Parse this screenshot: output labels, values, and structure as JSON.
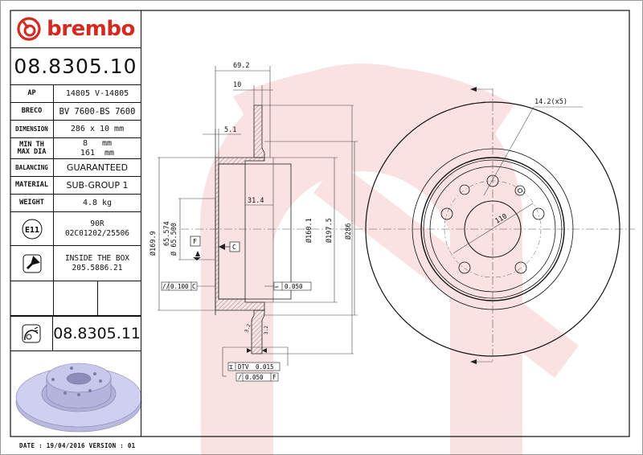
{
  "brand": {
    "name": "brembo",
    "color": "#d42a20"
  },
  "title_block": {
    "part_number": "08.8305.10",
    "specs": [
      {
        "key": "AP",
        "value": "14805 V-14805"
      },
      {
        "key": "BRECO",
        "value": "BV 7600-BS 7600"
      },
      {
        "key": "DIMENSION",
        "value": "286 x 10 mm"
      },
      {
        "key_line1": "MIN TH",
        "key_line2": "MAX DIA",
        "value_line1": "8   mm",
        "value_line2": "161  mm"
      },
      {
        "key": "BALANCING",
        "value": "GUARANTEED"
      },
      {
        "key": "MATERIAL",
        "value": "SUB-GROUP 1"
      },
      {
        "key": "WEIGHT",
        "value": "4.8 kg"
      }
    ],
    "approval": {
      "icon": "e11-approval-icon",
      "mark": "E11",
      "line1": "90R",
      "line2": "02C01202/25506"
    },
    "screw": {
      "icon": "screw-icon",
      "line1": "INSIDE THE BOX",
      "line2": "205.5886.21"
    },
    "alt_part": {
      "icon": "coated-disc-icon",
      "number": "08.8305.11"
    }
  },
  "drawing": {
    "dims": {
      "overall_height": "69.2",
      "thickness": "10",
      "hat_wall": "5.1",
      "hat_depth": "31.4",
      "dia_169": "Ø169.9",
      "center_bore_max": "65.574",
      "center_bore_min": "Ø 65.500",
      "dia_160": "Ø160.1",
      "dia_197": "Ø197.5",
      "dia_286": "Ø286",
      "bolt_holes": "14.2(x5)",
      "pcd": "110",
      "roughness_left": "3.2",
      "roughness_right": "3.2"
    },
    "datums": {
      "f": "F",
      "c": "C"
    },
    "tolerances": {
      "parallelism": {
        "symbol": "//",
        "value": "0.100",
        "datum": "C"
      },
      "flatness": {
        "symbol": "▱",
        "value": "0.050"
      },
      "dtv": {
        "symbol": "⌶",
        "label": "DTV",
        "value": "0.015"
      },
      "runout": {
        "symbol": "/",
        "value": "0.050",
        "datum": "F"
      }
    }
  },
  "footer": {
    "text": "DATE : 19/04/2016 VERSION : 01"
  }
}
